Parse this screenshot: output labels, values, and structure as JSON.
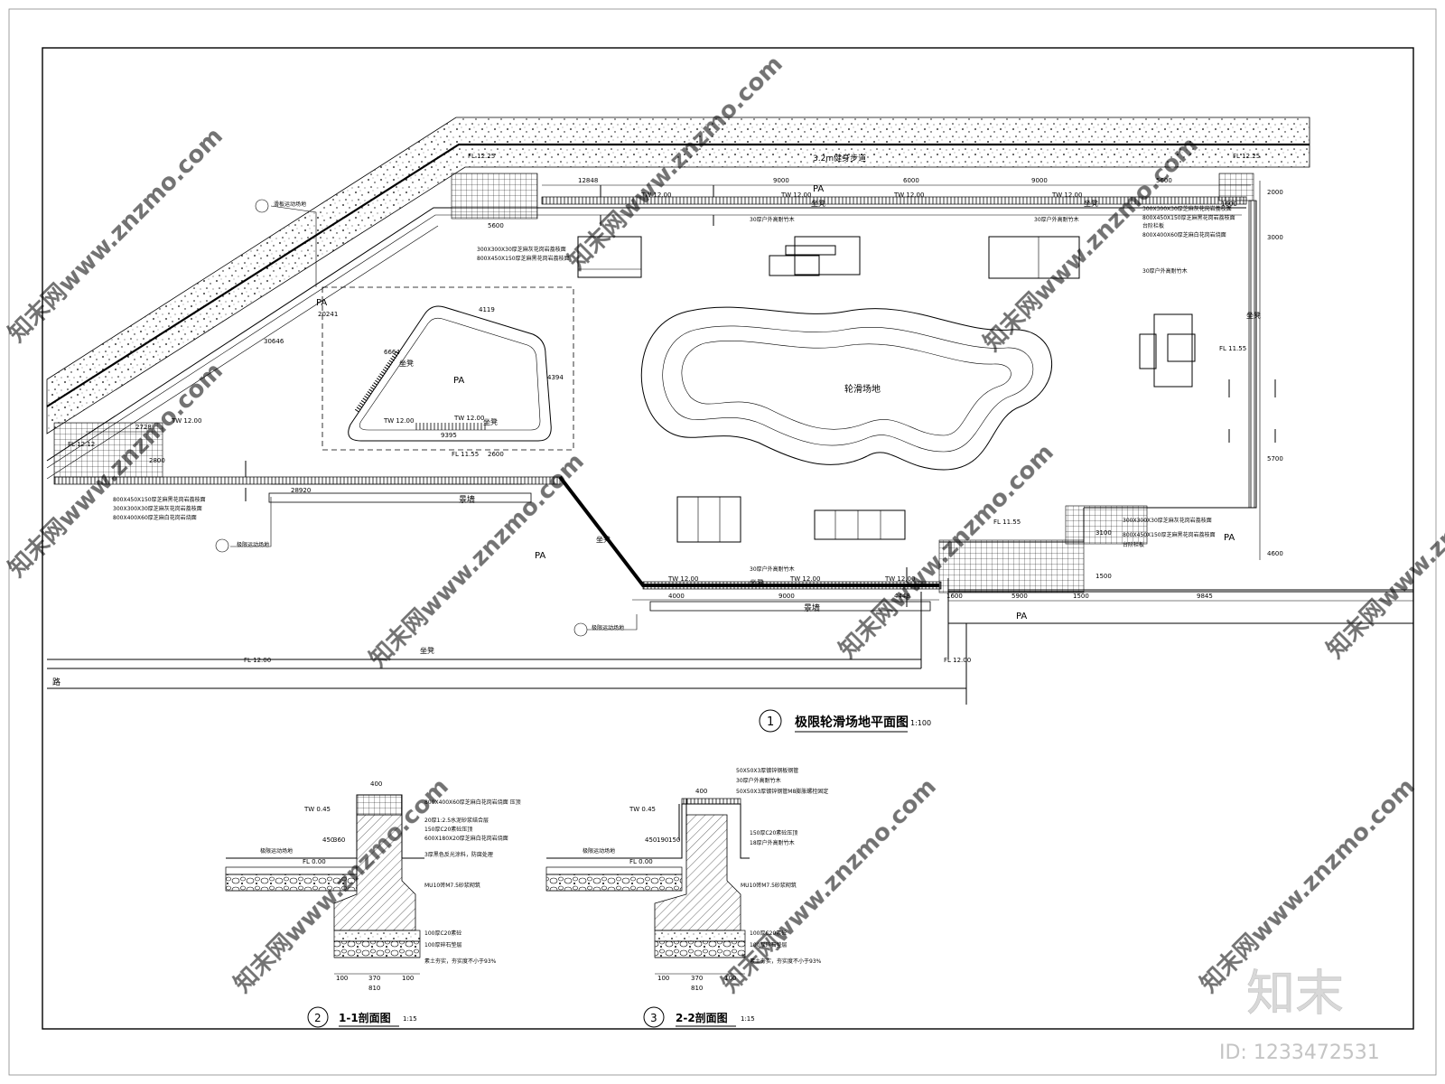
{
  "watermark": {
    "site": "知末网www.znzmo.com",
    "brand": "知末",
    "id_text": "ID: 1233472531"
  },
  "plan": {
    "walkway": "3.2m健身步道",
    "rink": "轮滑场地",
    "pa": "PA",
    "tree_pool": "景墙",
    "bench": "坐凳",
    "road": "路",
    "elev_fl": [
      "FL 12.25",
      "FL 12.12",
      "FL 11.55",
      "FL 11.55",
      "FL 11.55",
      "FL 12.00",
      "FL 12.00",
      "FL 12.25"
    ],
    "elev_tw": [
      "TW 12.00",
      "TW 12.00",
      "TW 12.00",
      "TW 12.00",
      "TW 12.00",
      "TW 12.00",
      "TW 12.00",
      "TW 12.00",
      "TW 12.00",
      "TW 12.00"
    ],
    "dims": [
      "12848",
      "9000",
      "6000",
      "9000",
      "5600",
      "4119",
      "4394",
      "9395",
      "28920",
      "2728",
      "2800",
      "5600",
      "4000",
      "9000",
      "4448",
      "1600",
      "5900",
      "1500",
      "9845",
      "3000",
      "5700",
      "4600",
      "1600",
      "2000",
      "3100",
      "1500",
      "20241",
      "30646",
      "6664",
      "2600"
    ],
    "notes": [
      "300X300X30厚芝麻灰花岗岩荔枝面",
      "800X450X150厚芝麻黑花岗岩荔枝面",
      "800X400X60厚芝麻白花岗岩烧面",
      "30厚户外高耐竹木",
      "台阶栏板",
      "极限运动场地",
      "滑板运动场地"
    ],
    "title": "极限轮滑场地平面图",
    "title_num": "1",
    "title_scale": "1:100"
  },
  "sections": [
    {
      "num": "2",
      "title": "1-1剖面图",
      "scale": "1:15",
      "tw": "TW 0.45",
      "fl": "FL 0.00",
      "top_dim": "400",
      "dims_v": [
        "450",
        "360"
      ],
      "dims_h": [
        "100",
        "370",
        "100"
      ],
      "total": "810",
      "notes": [
        "800X400X60厚芝麻白花岗岩烧面 压顶",
        "20厚1:2.5水泥砂浆结合层",
        "150厚C20素砼压顶",
        "600X180X20厚芝麻白花岗岩烧面",
        "3厚黑色反光涂料，防腐处理",
        "MU10砖M7.5砂浆砌筑",
        "100厚C20素砼",
        "100厚碎石垫层",
        "素土夯实，夯实度不小于93%",
        "极限运动场地"
      ]
    },
    {
      "num": "3",
      "title": "2-2剖面图",
      "scale": "1:15",
      "tw": "TW 0.45",
      "fl": "FL 0.00",
      "top_dim": "400",
      "dims_v": [
        "450",
        "190",
        "150"
      ],
      "dims_h": [
        "100",
        "370",
        "100"
      ],
      "total": "810",
      "notes": [
        "50X50X3厚镀锌钢板钢管",
        "30厚户外高耐竹木",
        "50X50X3厚镀锌钢管M8膨胀螺栓固定",
        "150厚C20素砼压顶",
        "18厚户外高耐竹木",
        "MU10砖M7.5砂浆砌筑",
        "100厚C20素砼",
        "100厚碎石垫层",
        "素土夯实，夯实度不小于93%",
        "极限运动场地"
      ]
    }
  ]
}
